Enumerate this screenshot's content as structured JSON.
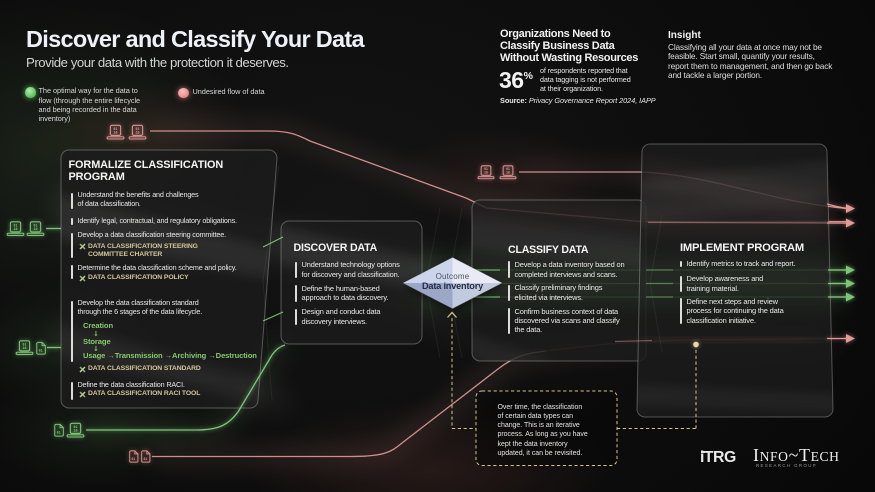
{
  "header": {
    "title": "Discover and Classify Your Data",
    "subtitle": "Provide your data with the protection it deserves."
  },
  "legend": {
    "optimal": {
      "color": "#7ddc7d",
      "label_lines": [
        "The optimal way for the data to",
        "flow (through the entire lifecycle",
        "and being recorded in the data",
        "inventory)"
      ]
    },
    "undesired": {
      "color": "#f09090",
      "label": "Undesired flow of data"
    }
  },
  "stat": {
    "heading_lines": [
      "Organizations Need to",
      "Classify Business Data",
      "Without Wasting Resources"
    ],
    "value": "36",
    "unit": "%",
    "desc_lines": [
      "of respondents reported that",
      "data tagging is not performed",
      "at their organization."
    ],
    "source_label": "Source:",
    "source_text": "Privacy Governance Report 2024, IAPP"
  },
  "insight": {
    "title": "Insight",
    "body_lines": [
      "Classifying all your data at once may not be",
      "feasible. Start small, quantify your results,",
      "report them to management, and then go back",
      "and tackle a larger portion."
    ]
  },
  "panels": {
    "formalize": {
      "title_lines": [
        "FORMALIZE CLASSIFICATION",
        "PROGRAM"
      ],
      "item1_lines": [
        "Understand the benefits and challenges",
        "of data classification."
      ],
      "item2_lines": [
        "Identify legal, contractual, and regulatory obligations."
      ],
      "item3_lines": [
        "Develop a data classification steering committee."
      ],
      "item3_tool_lines": [
        "DATA CLASSIFICATION STEERING",
        "COMMITTEE CHARTER"
      ],
      "item4_lines": [
        "Determine the data classification scheme and policy."
      ],
      "item4_tool_lines": [
        "DATA CLASSIFICATION POLICY"
      ],
      "item5_lines": [
        "Develop the data classification standard",
        "through the 6 stages of the data lifecycle."
      ],
      "lifecycle": {
        "stage1": "Creation",
        "arrow_down": "↓",
        "stage2": "Storage",
        "flow_row": "Usage →Transmission →Archiving →Destruction"
      },
      "item5_tool_lines": [
        "DATA CLASSIFICATION STANDARD"
      ],
      "item6_lines": [
        "Define the data classification RACI."
      ],
      "item6_tool_lines": [
        "DATA CLASSIFICATION RACI TOOL"
      ]
    },
    "discover": {
      "title": "DISCOVER DATA",
      "item1_lines": [
        "Understand technology options",
        "for discovery and classification."
      ],
      "item2_lines": [
        "Define the human-based",
        "approach to data discovery."
      ],
      "item3_lines": [
        "Design and conduct data",
        "discovery interviews."
      ]
    },
    "classify": {
      "title": "CLASSIFY DATA",
      "item1_lines": [
        "Develop a data inventory based on",
        "completed interviews and scans."
      ],
      "item2_lines": [
        "Classify preliminary findings",
        "elicited via interviews."
      ],
      "item3_lines": [
        "Confirm business context of data",
        "discovered via scans and classify",
        "the data."
      ]
    },
    "implement": {
      "title": "IMPLEMENT PROGRAM",
      "item1_lines": [
        "Identify metrics to track and report."
      ],
      "item2_lines": [
        "Develop awareness and",
        "training material."
      ],
      "item3_lines": [
        "Define next steps and review",
        "process for continuing the data",
        "classification initiative."
      ]
    }
  },
  "outcome": {
    "label": "Outcome",
    "value": "Data inventory"
  },
  "note": {
    "lines": [
      "Over time, the classification",
      "of certain data types can",
      "change. This is an iterative",
      "process. As long as you have",
      "kept the data inventory",
      "updated, it can be revisited."
    ]
  },
  "logos": {
    "itrg": "iTRG",
    "infotech_part1": "I",
    "infotech_part2": "NFO",
    "infotech_tilde": "~",
    "infotech_part3": "T",
    "infotech_part4": "ECH",
    "research_group": "RESEARCH GROUP"
  },
  "colors": {
    "optimal_flow": "#7cc576",
    "undesired_flow": "#e39b95",
    "tool_link": "#d3c59a",
    "note_dash": "#d9c287"
  }
}
